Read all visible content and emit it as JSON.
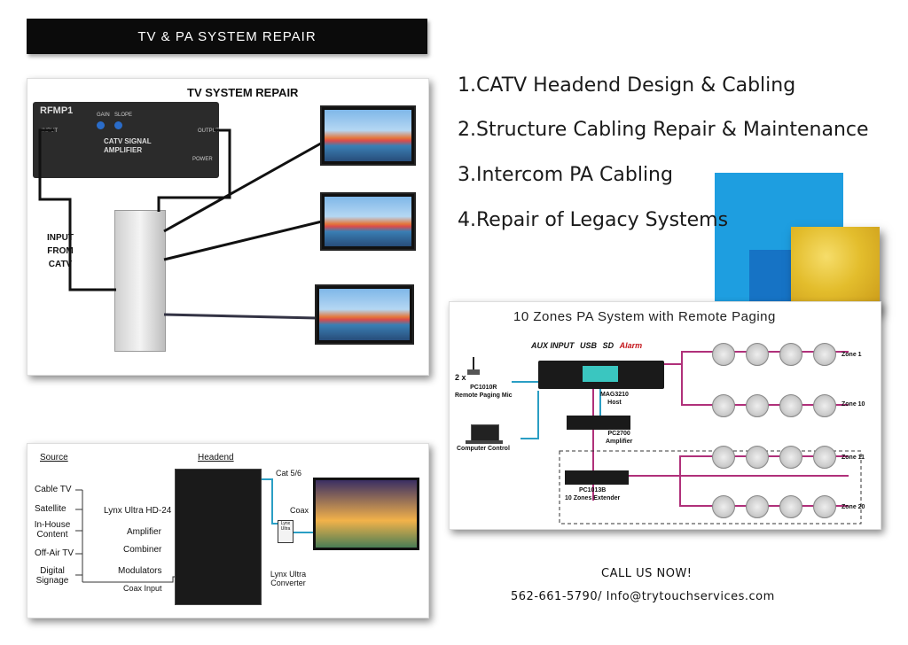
{
  "banner": {
    "title": "TV & PA SYSTEM REPAIR"
  },
  "services": [
    "1.CATV Headend Design & Cabling",
    "2.Structure Cabling Repair & Maintenance",
    "3.Intercom PA Cabling",
    "4.Repair of Legacy Systems"
  ],
  "tv_repair": {
    "title": "TV SYSTEM REPAIR",
    "amp_model": "RFMP1",
    "amp_label_1": "CATV SIGNAL",
    "amp_label_2": "AMPLIFIER",
    "input_label_1": "INPUT",
    "input_label_2": "FROM",
    "input_label_3": "CATV",
    "amp_input": "INPUT",
    "amp_output": "OUTPUT",
    "amp_gain": "GAIN",
    "amp_slope": "SLOPE",
    "amp_power": "POWER"
  },
  "pa_system": {
    "title": "10 Zones PA System with Remote Paging",
    "inputs": [
      "AUX INPUT",
      "USB",
      "SD",
      "Alarm"
    ],
    "mic_count": "2 x",
    "mic_model": "PC1010R",
    "mic_label": "Remote Paging Mic",
    "host_model": "MAG3210",
    "host_label": "Host",
    "amp_model": "PC2700",
    "amp_label": "Amplifier",
    "computer_label": "Computer Control",
    "extender_model": "PC1013B",
    "extender_label": "10 Zones Extender",
    "zones": [
      "Zone 1",
      "Zone 10",
      "Zone 11",
      "Zone 20"
    ]
  },
  "headend": {
    "source_header": "Source",
    "headend_header": "Headend",
    "sources": [
      "Cable TV",
      "Satellite",
      "In-House Content",
      "Off-Air TV",
      "Digital Signage"
    ],
    "rack_items": [
      "Lynx Ultra HD-24",
      "Amplifier",
      "Combiner",
      "Modulators"
    ],
    "coax_input": "Coax Input",
    "cat": "Cat 5/6",
    "coax": "Coax",
    "converter": "Lynx Ultra Converter",
    "box_label": "Lynx Ultra"
  },
  "contact": {
    "call": "CALL US NOW!",
    "info": "562-661-5790/ Info@trytouchservices.com"
  },
  "colors": {
    "banner_bg": "#0b0b0b",
    "light_blue": "#1e9ee0",
    "dark_blue": "#1673c5",
    "gold": "#e3bd2c",
    "pink_wire": "#b0307a",
    "teal_wire": "#2a9ec4"
  }
}
